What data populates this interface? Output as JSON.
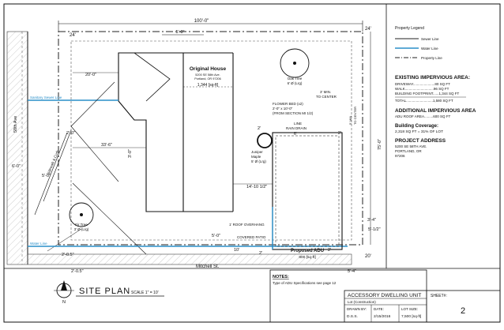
{
  "site": {
    "top_width": "100'-0\"",
    "dim_24_left": "24'",
    "dim_24_right": "24'",
    "dim_5_top": "5'-0\"",
    "dim_20_left": "20'-0\"",
    "dim_33": "33'-6\"",
    "dim_2_0": "2'-0\"",
    "dim_3_0": "3'-0\"",
    "dim_5_0_left": "5'-0\"",
    "dim_6_0_left": "6'-0\"",
    "dim_14_10": "14'-10 1/2\"",
    "dim_5_0_low": "5'-0\"",
    "dim_10": "10'",
    "dim_2_low": "2'",
    "dim_6_low": "6'",
    "dim_5_4": "5'-4\"",
    "dim_3_4": "3'-4\"",
    "dim_5_1_2": "5'-1/2\"",
    "dim_20_bottom_right": "20'",
    "dim_2_5": "2'-0.5\"",
    "dim_20_vertical": "20'-0\"",
    "dim_5_near_adu": "5'-0\"",
    "dim_75_right": "75'-0\"",
    "dim_4_right": "4'-0\"",
    "dim_3": "3'",
    "dim_5_6": "5'-6\""
  },
  "labels": {
    "street_left": "58th Ave",
    "street_bottom": "Mitchell St.",
    "sewer_label": "Sanitary Sewer Line",
    "water_label": "Water Line",
    "sidewalk": "Sidewalk & Curb",
    "property_line_lbl": "Property Line",
    "house_title": "Original House",
    "house_addr1": "5200 SE 58th Ave.",
    "house_addr2": "Portland, OR 97206",
    "house_area": "1,344 [sq-ft]",
    "oak_1": "Oak Tree",
    "oak_2": "6' Ø (Lrg)",
    "fir_1": "Fir Tree",
    "fir_2": "3' Ø (Lrg)",
    "juniper_1": "Juniper",
    "juniper_2": "Maple",
    "juniper_3": "5' Ø (Lrg)",
    "flowerbed_1": "FLOWER BED (x2)",
    "flowerbed_2": "2'-0\" x 10'-0\"",
    "flowerbed_3": "(FROM SECTION MI 1/2)",
    "rain_1": "LINE",
    "rain_2": "RAIN DRAIN",
    "center_1": "3' MIN.",
    "center_2": "TO CENTER",
    "right_center_1": "5' MIN.",
    "right_center_2": "TO CENTER",
    "roof_overhang": "1' ROOF OVERHANG",
    "covered_patio": "COVERED PATIO",
    "adu_title": "Proposed ADU",
    "adu_area": "800 [sq-ft]",
    "north": "N",
    "site_plan": "SITE PLAN",
    "scale": "SCALE 1\" = 10'"
  },
  "legend": {
    "title": "Property Legend",
    "items": [
      "Sewer Line",
      "Water Line",
      "Property Line"
    ],
    "colors": {
      "sewer": "#222222",
      "water": "#2a8fc9",
      "property": "#222222"
    }
  },
  "existing": {
    "title": "EXISTING IMPERVIOUS AREA:",
    "rows": [
      "DRIVEWAY......................80 SQ FT",
      "WALK.............................96 SQ FT",
      "BUILDING FOOTPRINT......1,344 SQ FT"
    ],
    "total": "TOTAL...........................1,580 SQ FT"
  },
  "additional": {
    "title": "ADDITIONAL IMPERVIOUS AREA",
    "row": "ADU ROOF AREA.........600 SQ FT"
  },
  "coverage": {
    "title": "Building Coverage:",
    "value": "2,318 SQ FT = 31% OF LOT"
  },
  "project": {
    "title": "PROJECT ADDRESS",
    "lines": [
      "5200 SE 58TH AVE.",
      "PORTLAND, OR",
      "97206"
    ]
  },
  "notes": {
    "title": "NOTES:",
    "body": "Type of ADU Specifications see page 12"
  },
  "titleblock": {
    "title": "ACCESSORY DWELLING UNIT",
    "sub": "Lot (Construction)",
    "drawn_label": "DRAWN BY:",
    "drawn_value": "D.S.S.",
    "date_label": "DATE:",
    "date_value": "2/15/2016",
    "lot_label": "LOT SIZE:",
    "lot_value": "7,500 [sq-ft]",
    "sheet_label": "SHEET#:",
    "sheet_value": "2"
  }
}
